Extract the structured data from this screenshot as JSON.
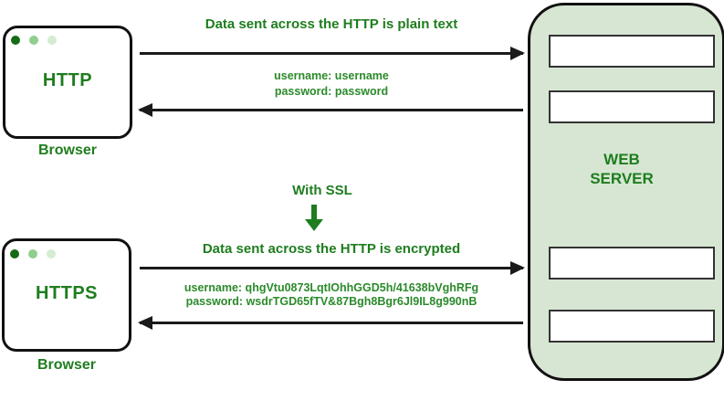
{
  "http_browser": {
    "title": "HTTP",
    "caption": "Browser"
  },
  "https_browser": {
    "title": "HTTPS",
    "caption": "Browser"
  },
  "server": {
    "label_line1": "WEB",
    "label_line2": "SERVER"
  },
  "http_flow": {
    "title": "Data sent across the HTTP is plain text",
    "username_line": "username: username",
    "password_line": "password: password"
  },
  "ssl": {
    "label": "With SSL"
  },
  "https_flow": {
    "title": "Data sent across the HTTP is encrypted",
    "username_line": "username: qhgVtu0873LqtIOhhGGD5h/41638bVghRFg",
    "password_line": "password: wsdrTGD65fTV&87Bgh8Bgr6Jl9IL8g990nB"
  },
  "colors": {
    "text_green": "#1e7d1e",
    "cred_green": "#2b8a2b",
    "server_fill": "#d7e6d3",
    "arrow_black": "#1a1a1a",
    "dot_dark_green": "#166b16",
    "dot_mid_green": "#8fce8f",
    "dot_light_green": "#d3ecd3"
  }
}
